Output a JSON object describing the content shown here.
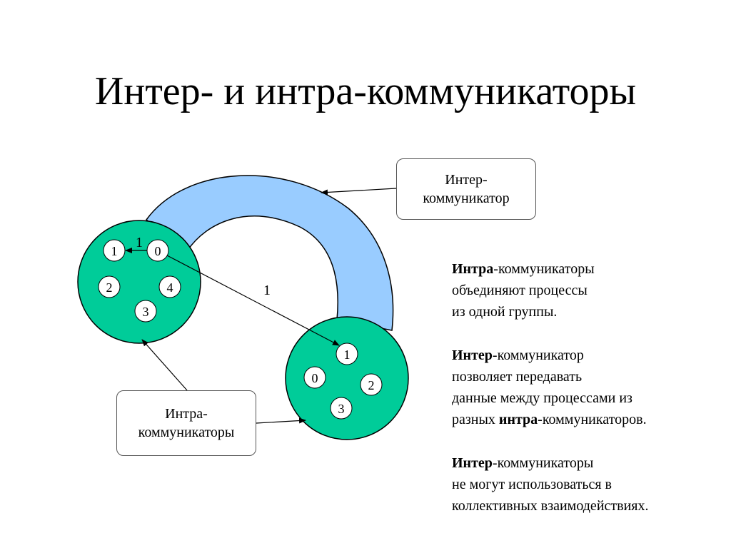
{
  "slide": {
    "title": "Интер- и интра-коммуникаторы"
  },
  "colors": {
    "group_fill": "#00CC99",
    "bridge_fill": "#99CCFF",
    "node_fill": "#FFFFFF",
    "line": "#000000"
  },
  "diagram": {
    "group_a": {
      "nodes": [
        "1",
        "0",
        "2",
        "4",
        "3"
      ],
      "message_label": "1"
    },
    "group_b": {
      "nodes": [
        "1",
        "0",
        "2",
        "3"
      ]
    },
    "cross_message_label": "1"
  },
  "callouts": {
    "inter": {
      "line1": "Интер-",
      "line2": "коммуникатор"
    },
    "intra": {
      "line1": "Интра-",
      "line2": "коммуникаторы"
    }
  },
  "description": {
    "p1": {
      "bold": "Интра",
      "rest": "-коммуникаторы",
      "line2": "объединяют процессы",
      "line3": "из одной группы."
    },
    "p2": {
      "bold": "Интер",
      "rest": "-коммуникатор",
      "line2": "позволяет передавать",
      "line3": "данные между процессами из",
      "line4_pre": "разных ",
      "line4_bold": "интра",
      "line4_post": "-коммуникаторов."
    },
    "p3": {
      "bold": "Интер",
      "rest": "-коммуникаторы",
      "line2": "не могут использоваться в",
      "line3": "коллективных взаимодействиях."
    }
  }
}
